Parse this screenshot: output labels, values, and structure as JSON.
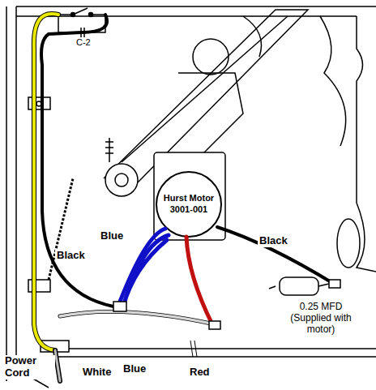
{
  "diagram": {
    "nodes": [
      {
        "text": [
          "Hurst Motor 3001-001"
        ]
      }
    ],
    "labels": [
      "C-2",
      "Blue",
      "Black",
      "Black",
      "Blue",
      "White",
      "Red",
      "Power Cord",
      "0.25 MFD (Supplied with motor)"
    ]
  }
}
